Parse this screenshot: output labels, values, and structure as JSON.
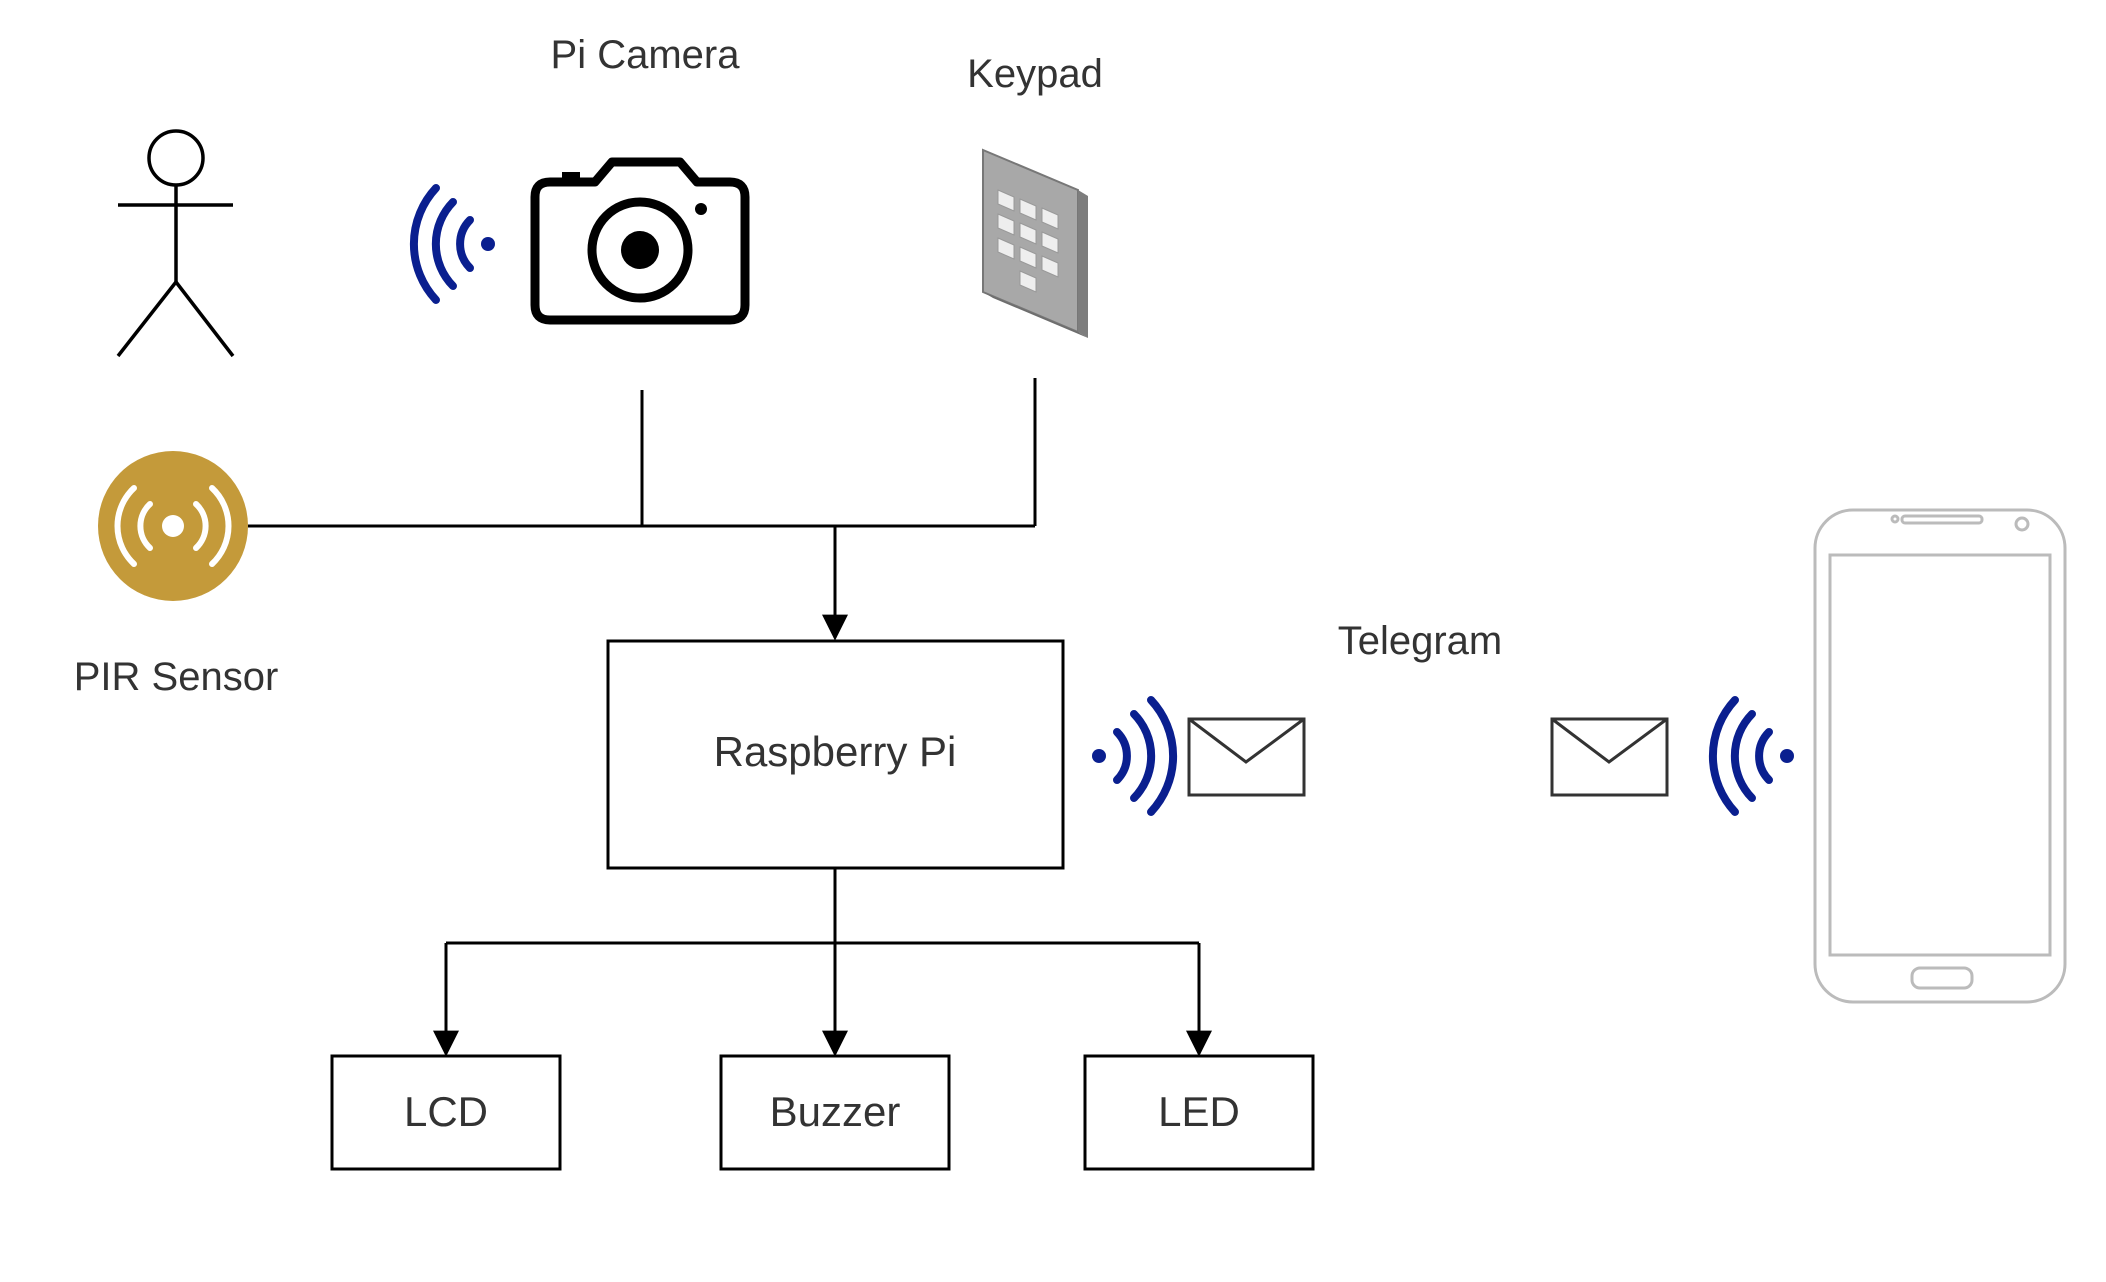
{
  "labels": {
    "pi_camera": "Pi Camera",
    "keypad": "Keypad",
    "pir_sensor": "PIR Sensor",
    "telegram": "Telegram"
  },
  "nodes": {
    "raspberry_pi": "Raspberry Pi",
    "lcd": "LCD",
    "buzzer": "Buzzer",
    "led": "LED"
  },
  "icons": {
    "person": "person-icon",
    "camera": "camera-icon",
    "keypad": "keypad-icon",
    "pir": "pir-sensor-icon",
    "signal": "wireless-signal-icon",
    "mail": "envelope-icon",
    "phone": "smartphone-icon"
  },
  "colors": {
    "signal": "#0a1f8f",
    "pir": "#c49a3a",
    "line": "#000000",
    "phone_outline": "#bbbbbb"
  }
}
